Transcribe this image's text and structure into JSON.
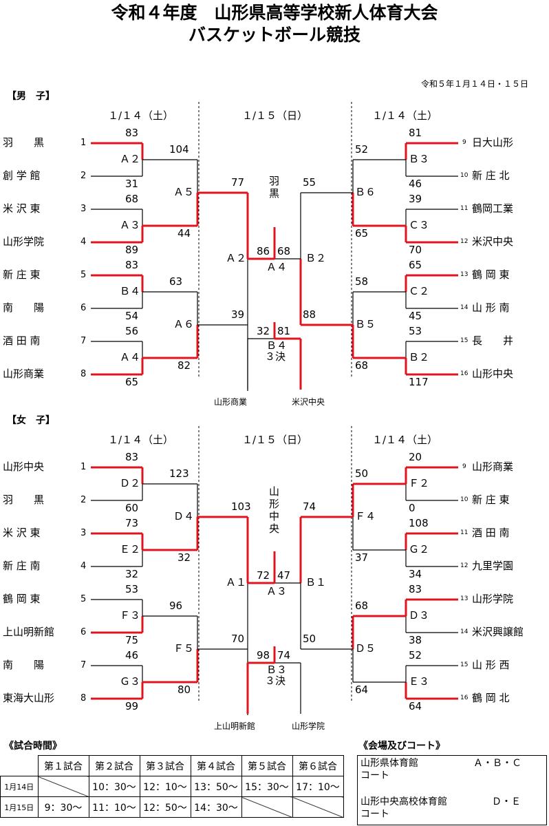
{
  "title": {
    "line1": "令和４年度　山形県高等学校新人体育大会",
    "line2": "バスケットボール競技"
  },
  "dates_note": "令和５年１月１４日・１５日",
  "boys": {
    "heading": "【男　子】",
    "day_left": "１/１４（土）",
    "day_center": "１/１５（日）",
    "day_right": "１/１４（土）",
    "left_teams": [
      {
        "name": "羽　　黒",
        "seed": "1"
      },
      {
        "name": "創 学 館",
        "seed": "2"
      },
      {
        "name": "米 沢 東",
        "seed": "3"
      },
      {
        "name": "山形学院",
        "seed": "4"
      },
      {
        "name": "新 庄 東",
        "seed": "5"
      },
      {
        "name": "南　　陽",
        "seed": "6"
      },
      {
        "name": "酒 田 南",
        "seed": "7"
      },
      {
        "name": "山形商業",
        "seed": "8"
      }
    ],
    "right_teams": [
      {
        "name": "日大山形",
        "seed": "9"
      },
      {
        "name": "新 庄 北",
        "seed": "10"
      },
      {
        "name": "鶴岡工業",
        "seed": "11"
      },
      {
        "name": "米沢中央",
        "seed": "12"
      },
      {
        "name": "鶴 岡 東",
        "seed": "13"
      },
      {
        "name": "山 形 南",
        "seed": "14"
      },
      {
        "name": "長　　井",
        "seed": "15"
      },
      {
        "name": "山形中央",
        "seed": "16"
      }
    ],
    "r1_left": [
      {
        "court": "Ａ２",
        "top": "83",
        "bottom": "31"
      },
      {
        "court": "Ａ３",
        "top": "68",
        "bottom": "89"
      },
      {
        "court": "Ｂ４",
        "top": "83",
        "bottom": "54"
      },
      {
        "court": "Ａ４",
        "top": "56",
        "bottom": "65"
      }
    ],
    "r1_right": [
      {
        "court": "Ｂ３",
        "top": "81",
        "bottom": "46"
      },
      {
        "court": "Ｃ３",
        "top": "39",
        "bottom": "70"
      },
      {
        "court": "Ｃ２",
        "top": "65",
        "bottom": "45"
      },
      {
        "court": "Ｂ２",
        "top": "53",
        "bottom": "117"
      }
    ],
    "r2_left": [
      {
        "court": "Ａ５",
        "top": "104",
        "bottom": "44"
      },
      {
        "court": "Ａ６",
        "top": "63",
        "bottom": "82"
      }
    ],
    "r2_right": [
      {
        "court": "Ｂ６",
        "top": "52",
        "bottom": "65"
      },
      {
        "court": "Ｂ５",
        "top": "58",
        "bottom": "68"
      }
    ],
    "semi_left": {
      "court": "Ａ２",
      "top": "77",
      "bottom": "39"
    },
    "semi_right": {
      "court": "Ｂ２",
      "top": "55",
      "bottom": "88"
    },
    "final": {
      "court": "Ａ４",
      "left": "86",
      "right": "68"
    },
    "third": {
      "court": "Ｂ４",
      "label": "３決",
      "left": "32",
      "right": "81"
    },
    "champion": [
      "羽",
      "黒"
    ],
    "third_left_team": "山形商業",
    "third_right_team": "米沢中央"
  },
  "girls": {
    "heading": "【女　子】",
    "day_left": "１/１４（土）",
    "day_center": "１/１５（日）",
    "day_right": "１/１４（土）",
    "left_teams": [
      {
        "name": "山形中央",
        "seed": "1"
      },
      {
        "name": "羽　　黒",
        "seed": "2"
      },
      {
        "name": "米 沢 東",
        "seed": "3"
      },
      {
        "name": "新 庄 南",
        "seed": "4"
      },
      {
        "name": "鶴 岡 東",
        "seed": "5"
      },
      {
        "name": "上山明新館",
        "seed": "6"
      },
      {
        "name": "南　　陽",
        "seed": "7"
      },
      {
        "name": "東海大山形",
        "seed": "8"
      }
    ],
    "right_teams": [
      {
        "name": "山形商業",
        "seed": "9"
      },
      {
        "name": "新 庄 東",
        "seed": "10"
      },
      {
        "name": "酒 田 南",
        "seed": "11"
      },
      {
        "name": "九里学園",
        "seed": "12"
      },
      {
        "name": "山形学院",
        "seed": "13"
      },
      {
        "name": "米沢興譲館",
        "seed": "14"
      },
      {
        "name": "山 形 西",
        "seed": "15"
      },
      {
        "name": "鶴 岡 北",
        "seed": "16"
      }
    ],
    "r1_left": [
      {
        "court": "Ｄ２",
        "top": "83",
        "bottom": "60"
      },
      {
        "court": "Ｅ２",
        "top": "73",
        "bottom": "32"
      },
      {
        "court": "Ｆ３",
        "top": "53",
        "bottom": "75"
      },
      {
        "court": "Ｇ３",
        "top": "46",
        "bottom": "99"
      }
    ],
    "r1_right": [
      {
        "court": "Ｆ２",
        "top": "20",
        "bottom": "0"
      },
      {
        "court": "Ｇ２",
        "top": "108",
        "bottom": "34"
      },
      {
        "court": "Ｄ３",
        "top": "83",
        "bottom": "38"
      },
      {
        "court": "Ｅ３",
        "top": "52",
        "bottom": "64"
      }
    ],
    "r2_left": [
      {
        "court": "Ｄ４",
        "top": "123",
        "bottom": "32"
      },
      {
        "court": "Ｆ５",
        "top": "96",
        "bottom": "80"
      }
    ],
    "r2_right": [
      {
        "court": "Ｆ４",
        "top": "50",
        "bottom": "37"
      },
      {
        "court": "Ｄ５",
        "top": "68",
        "bottom": "64"
      }
    ],
    "semi_left": {
      "court": "Ａ１",
      "top": "103",
      "bottom": "70"
    },
    "semi_right": {
      "court": "Ｂ１",
      "top": "74",
      "bottom": "50"
    },
    "final": {
      "court": "Ａ３",
      "left": "72",
      "right": "47"
    },
    "third": {
      "court": "Ｂ３",
      "label": "３決",
      "left": "98",
      "right": "74"
    },
    "champion": [
      "山",
      "形",
      "中",
      "央"
    ],
    "third_left_team": "上山明新館",
    "third_right_team": "山形学院"
  },
  "schedule": {
    "heading": "《試合時間》",
    "columns": [
      "第１試合",
      "第２試合",
      "第３試合",
      "第４試合",
      "第５試合",
      "第６試合"
    ],
    "rows": [
      {
        "date": "1月14日",
        "times": [
          "",
          "10：30～",
          "12：10～",
          "13：50～",
          "15：30～",
          "17：10～"
        ]
      },
      {
        "date": "1月15日",
        "times": [
          "9：30～",
          "11：10～",
          "12：50～",
          "14：30～",
          "",
          ""
        ]
      }
    ]
  },
  "venues": {
    "heading": "《会場及びコート》",
    "items": [
      {
        "name": "山形県体育館",
        "sub": "コート",
        "courts": "Ａ・Ｂ・Ｃ"
      },
      {
        "name": "山形中央高校体育館",
        "sub": "コート",
        "courts": "Ｄ・Ｅ"
      }
    ]
  },
  "colors": {
    "winner_line": "#e0141e",
    "line": "#000000"
  }
}
